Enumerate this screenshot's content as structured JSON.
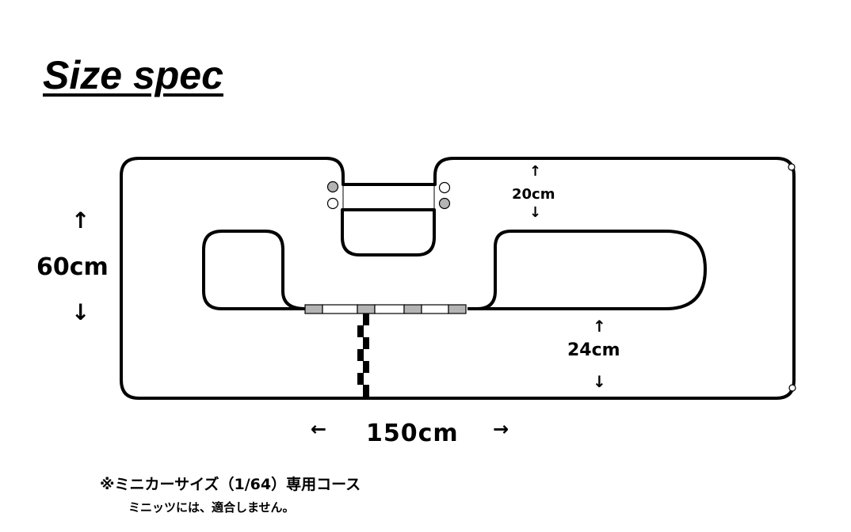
{
  "title": "Size spec",
  "dimensions": {
    "height": "60cm",
    "width": "150cm",
    "top_gap": "20cm",
    "bottom_gap": "24cm"
  },
  "arrows": {
    "up": "↑",
    "down": "↓",
    "left": "←",
    "right": "→"
  },
  "notes": {
    "line1": "※ミニカーサイズ（1/64）専用コース",
    "line2": "ミニッツには、適合しません。"
  },
  "colors": {
    "line": "#000000",
    "gray": "#b4b4b4"
  }
}
